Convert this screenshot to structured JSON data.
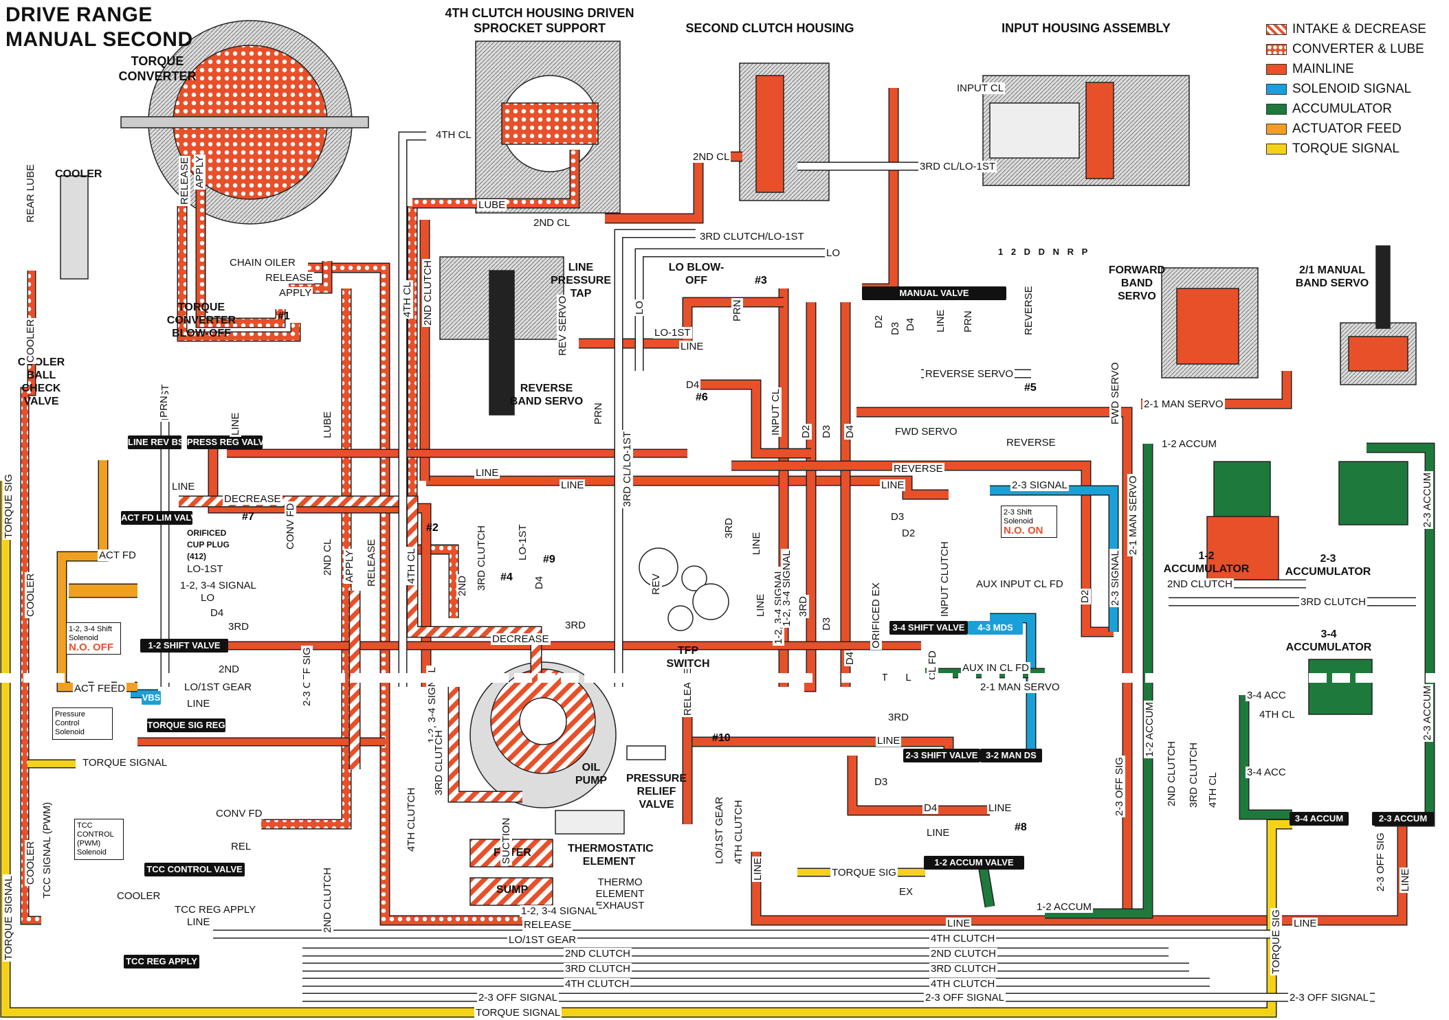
{
  "title": {
    "line1": "DRIVE RANGE",
    "line2": "MANUAL SECOND"
  },
  "components": {
    "torque_converter": "TORQUE CONVERTER",
    "fourth_clutch_housing": "4TH CLUTCH HOUSING DRIVEN SPROCKET SUPPORT",
    "second_clutch_housing": "SECOND CLUTCH HOUSING",
    "input_housing_assembly": "INPUT HOUSING ASSEMBLY",
    "cooler": "COOLER",
    "cooler_ball_check_valve": "COOLER BALL CHECK VALVE",
    "torque_converter_blowoff": "TORQUE CONVERTER BLOW-OFF",
    "line_pressure_tap": "LINE PRESSURE TAP",
    "lo_blowoff": "LO BLOW-OFF",
    "reverse_band_servo": "REVERSE BAND SERVO",
    "forward_band_servo": "FORWARD BAND SERVO",
    "manual_band_servo": "2/1 MANUAL BAND SERVO",
    "accum_12": "1-2 ACCUMULATOR",
    "accum_23": "2-3 ACCUMULATOR",
    "accum_34": "3-4 ACCUMULATOR",
    "oil_pump": "OIL PUMP",
    "pressure_relief_valve": "PRESSURE RELIEF VALVE",
    "thermostatic_element": "THERMOSTATIC ELEMENT",
    "thermo_element_exhaust": "THERMO ELEMENT EXHAUST",
    "filter": "FILTER",
    "sump": "SUMP",
    "tfp_switch": "TFP SWITCH",
    "orificed_cup_plug": "ORIFICED CUP PLUG (412)",
    "shift_solenoid_12_34": "1-2, 3-4 Shift Solenoid",
    "shift_solenoid_12_34_state": "N.O. OFF",
    "shift_solenoid_23": "2-3 Shift Solenoid",
    "shift_solenoid_23_state": "N.O. ON",
    "pressure_control_solenoid": "Pressure Control Solenoid",
    "tcc_control_solenoid": "TCC CONTROL (PWM) Solenoid",
    "manual_valve_positions": "1 2 D D N R P"
  },
  "legend": [
    {
      "label": "INTAKE & DECREASE",
      "color": "#e8502a",
      "pattern": "stripe"
    },
    {
      "label": "CONVERTER & LUBE",
      "color": "#e8502a",
      "pattern": "dots"
    },
    {
      "label": "MAINLINE",
      "color": "#e8502a",
      "pattern": "solid"
    },
    {
      "label": "SOLENOID SIGNAL",
      "color": "#1aa0d8",
      "pattern": "solid"
    },
    {
      "label": "ACCUMULATOR",
      "color": "#1e7a3c",
      "pattern": "solid"
    },
    {
      "label": "ACTUATOR FEED",
      "color": "#f0a020",
      "pattern": "solid"
    },
    {
      "label": "TORQUE SIGNAL",
      "color": "#f4d21a",
      "pattern": "solid"
    }
  ],
  "valves": {
    "manual_valve": "MANUAL VALVE",
    "line_rev_bst": "LINE REV BST",
    "press_reg_valve": "PRESS REG VALVE",
    "act_fd_lim_valve": "ACT FD LIM VALVE",
    "shift_12": "1-2 SHIFT VALVE",
    "torque_sig_reg": "TORQUE SIG REG",
    "tcc_control_valve": "TCC CONTROL VALVE",
    "tcc_reg_apply": "TCC REG APPLY",
    "shift_34": "3-4 SHIFT VALVE",
    "mds_43": "4-3 MDS",
    "shift_23": "2-3 SHIFT VALVE",
    "man_ds_32": "3-2 MAN DS",
    "accum_valve_12": "1-2 ACCUM VALVE",
    "accum_34": "3-4 ACCUM",
    "accum_23": "2-3 ACCUM",
    "vbs": "VBS"
  },
  "passages": {
    "input_cl": "INPUT CL",
    "third_cl_lo1st": "3RD CL/LO-1ST",
    "second_cl": "2ND CL",
    "fourth_cl": "4TH CL",
    "lube": "LUBE",
    "third_clutch_lo1st": "3RD CLUTCH/LO-1ST",
    "lo": "LO",
    "chain_oiler": "CHAIN OILER",
    "release": "RELEASE",
    "apply": "APPLY",
    "rear_lube": "REAR LUBE",
    "cooler": "COOLER",
    "lo_1st": "LO-1ST",
    "line": "LINE",
    "prn": "PRN",
    "rev_servo": "REV SERVO",
    "d2": "D2",
    "d3": "D3",
    "d4": "D4",
    "reverse": "REVERSE",
    "reverse_servo": "REVERSE SERVO",
    "fwd_servo": "FWD SERVO",
    "man_servo_21": "2-1 MAN SERVO",
    "fwd_servo_v": "FWD SERVO",
    "accum_12": "1-2 ACCUM",
    "accum_23": "2-3 ACCUM",
    "signal_23": "2-3 SIGNAL",
    "decrease": "DECREASE",
    "act_fd": "ACT FD",
    "signal_12_34": "1-2, 3-4 SIGNAL",
    "third": "3RD",
    "second_clutch": "2ND CLUTCH",
    "fourth_clutch": "4TH CLUTCH",
    "third_clutch": "3RD CLUTCH",
    "third_clutch_v": "3RD CLUTCH",
    "input_clutch": "INPUT CLUTCH",
    "aux_input_cl_fd": "AUX INPUT CL FD",
    "aux_in_cl_fd": "AUX IN CL FD",
    "lo_1st_gear": "LO/1ST GEAR",
    "act_feed": "ACT FEED",
    "torque_signal": "TORQUE SIGNAL",
    "torque_sig": "TORQUE SIG",
    "off_sig_23": "2-3 OFF SIG",
    "off_signal_23": "2-3 OFF SIGNAL",
    "conv_fd": "CONV FD",
    "rel": "REL",
    "tcc_signal_pwm": "TCC SIGNAL (PWM)",
    "tcc_reg_apply": "TCC REG APPLY",
    "orificed_ex": "ORIFICED EX",
    "cl_fd": "CL FD",
    "man_servo_21_b": "2-1 MAN SERVO",
    "accum_34": "3-4 ACC",
    "fourth_cl_b": "4TH CL",
    "suction": "SUCTION",
    "ex": "EX",
    "rev": "REV",
    "second": "2ND"
  },
  "checkballs": [
    "#1",
    "#2",
    "#3",
    "#4",
    "#5",
    "#6",
    "#7",
    "#8",
    "#9",
    "#10"
  ]
}
